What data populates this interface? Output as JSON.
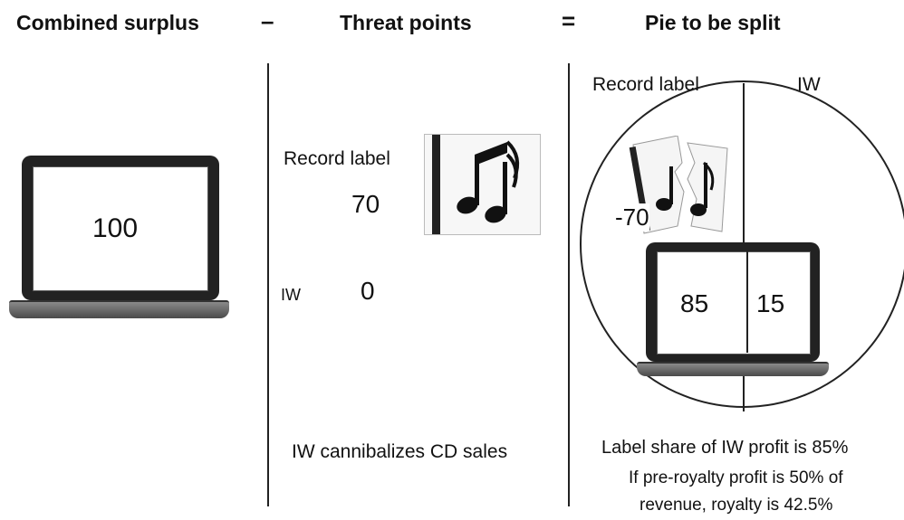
{
  "headers": {
    "combined_surplus": "Combined surplus",
    "minus": "–",
    "threat_points": "Threat points",
    "equals": "=",
    "pie_to_be_split": "Pie to be split"
  },
  "left": {
    "laptop_value": "100"
  },
  "middle": {
    "record_label": "Record label",
    "record_label_value": "70",
    "iw_label": "IW",
    "iw_value": "0",
    "caption": "IW cannibalizes CD sales"
  },
  "right": {
    "record_label": "Record label",
    "iw_label": "IW",
    "negative_value": "-70",
    "label_share": "85",
    "iw_share": "15",
    "note1": "Label share of IW profit is 85%",
    "note2": "If pre-royalty profit is 50% of",
    "note3": "revenue, royalty is 42.5%"
  },
  "icons": [
    "laptop-icon",
    "music-note-icon",
    "torn-music-icon"
  ]
}
